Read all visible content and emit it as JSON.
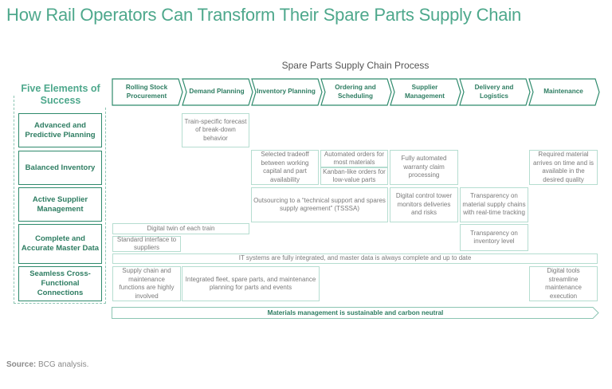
{
  "title": "How Rail Operators Can Transform Their Spare Parts Supply Chain",
  "process_title": "Spare Parts Supply Chain Process",
  "elements_title": "Five Elements of Success",
  "process_steps": [
    {
      "label": "Rolling Stock Procurement"
    },
    {
      "label": "Demand Planning"
    },
    {
      "label": "Inventory Planning"
    },
    {
      "label": "Ordering and Scheduling"
    },
    {
      "label": "Supplier Management"
    },
    {
      "label": "Delivery and Logistics"
    },
    {
      "label": "Maintenance"
    }
  ],
  "elements": [
    {
      "label": "Advanced and Predictive Planning"
    },
    {
      "label": "Balanced Inventory"
    },
    {
      "label": "Active Supplier Management"
    },
    {
      "label": "Complete and Accurate Master Data"
    },
    {
      "label": "Seamless Cross-Functional Connections"
    }
  ],
  "cells": {
    "train_forecast": "Train-specific forecast of break-down behavior",
    "selected_tradeoff": "Selected tradeoff between working capital and part availability",
    "automated_orders": "Automated orders for most materials",
    "kanban_orders": "Kanban-like orders for low-value parts",
    "warranty_claim": "Fully automated warranty claim processing",
    "required_material": "Required material arrives on time and is available in the desired quality",
    "outsourcing": "Outsourcing to a “technical support and spares supply agreement” (TSSSA)",
    "control_tower": "Digital control tower monitors deliveries and risks",
    "transparency_supply": "Transparency on material supply chains with real-time tracking",
    "digital_twin": "Digital twin of each train",
    "transparency_inventory": "Transparency on inventory level",
    "standard_interface": "Standard interface to suppliers",
    "it_systems": "IT systems are fully integrated, and master data is always complete and up to date",
    "supply_chain_involved": "Supply chain and maintenance functions are highly involved",
    "integrated_planning": "Integrated fleet, spare parts, and maintenance planning for parts and events",
    "digital_tools": "Digital tools streamline maintenance execution"
  },
  "banner": "Materials management is sustainable and carbon neutral",
  "source": {
    "label": "Source:",
    "text": " BCG analysis."
  },
  "colors": {
    "title": "#4ea88c",
    "dark_green": "#2e7d62",
    "cell_border": "#b5ddd0"
  }
}
